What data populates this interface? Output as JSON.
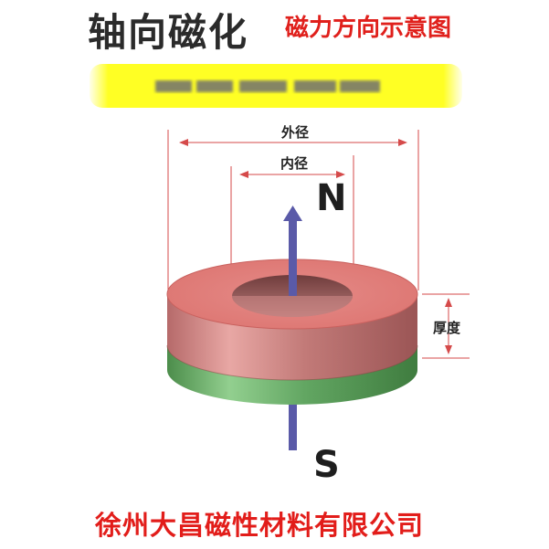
{
  "header": {
    "title": "轴向磁化",
    "subtitle": "磁力方向示意图"
  },
  "dimensions": {
    "outer_diameter": "外径",
    "inner_diameter": "内径",
    "thickness": "厚度"
  },
  "poles": {
    "north": "N",
    "south": "S"
  },
  "footer": {
    "company": "徐州大昌磁性材料有限公司"
  },
  "colors": {
    "title": "#2b2b2b",
    "accent_red": "#e0201c",
    "blur_banner": "#ffff24",
    "magnet_north": "#e57f7c",
    "magnet_south": "#5ea35c",
    "axis": "#5a5aa8"
  }
}
